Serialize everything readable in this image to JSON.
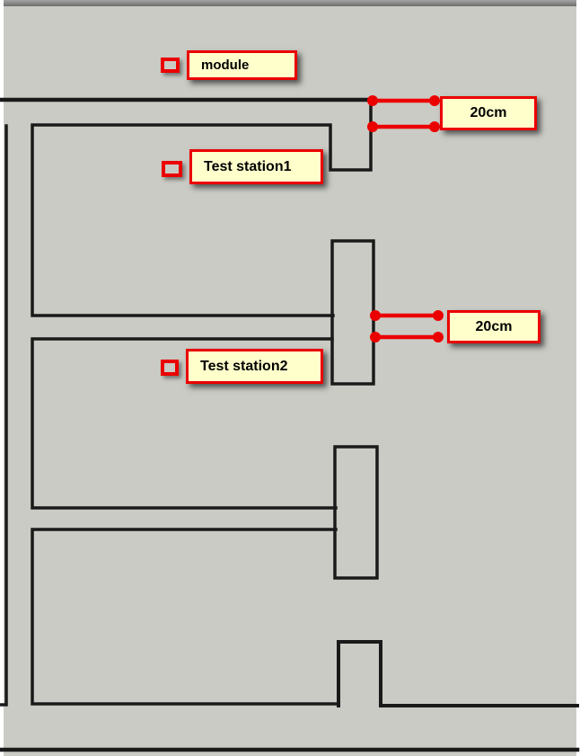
{
  "colors": {
    "background": "#CBCBC5",
    "page_margin": "#FFFFFF",
    "wall": "#1A1A1A",
    "accent_red": "#EB0000",
    "label_fill": "#FFFFCC",
    "label_text": "#000000",
    "top_bar_top": "#A3A3A3",
    "top_bar_bottom": "#6E6E6E"
  },
  "legend": {
    "module": {
      "label": "module"
    },
    "station1": {
      "label": "Test station1"
    },
    "station2": {
      "label": "Test station2"
    }
  },
  "measurements": {
    "gap1": {
      "label": "20cm"
    },
    "gap2": {
      "label": "20cm"
    }
  }
}
